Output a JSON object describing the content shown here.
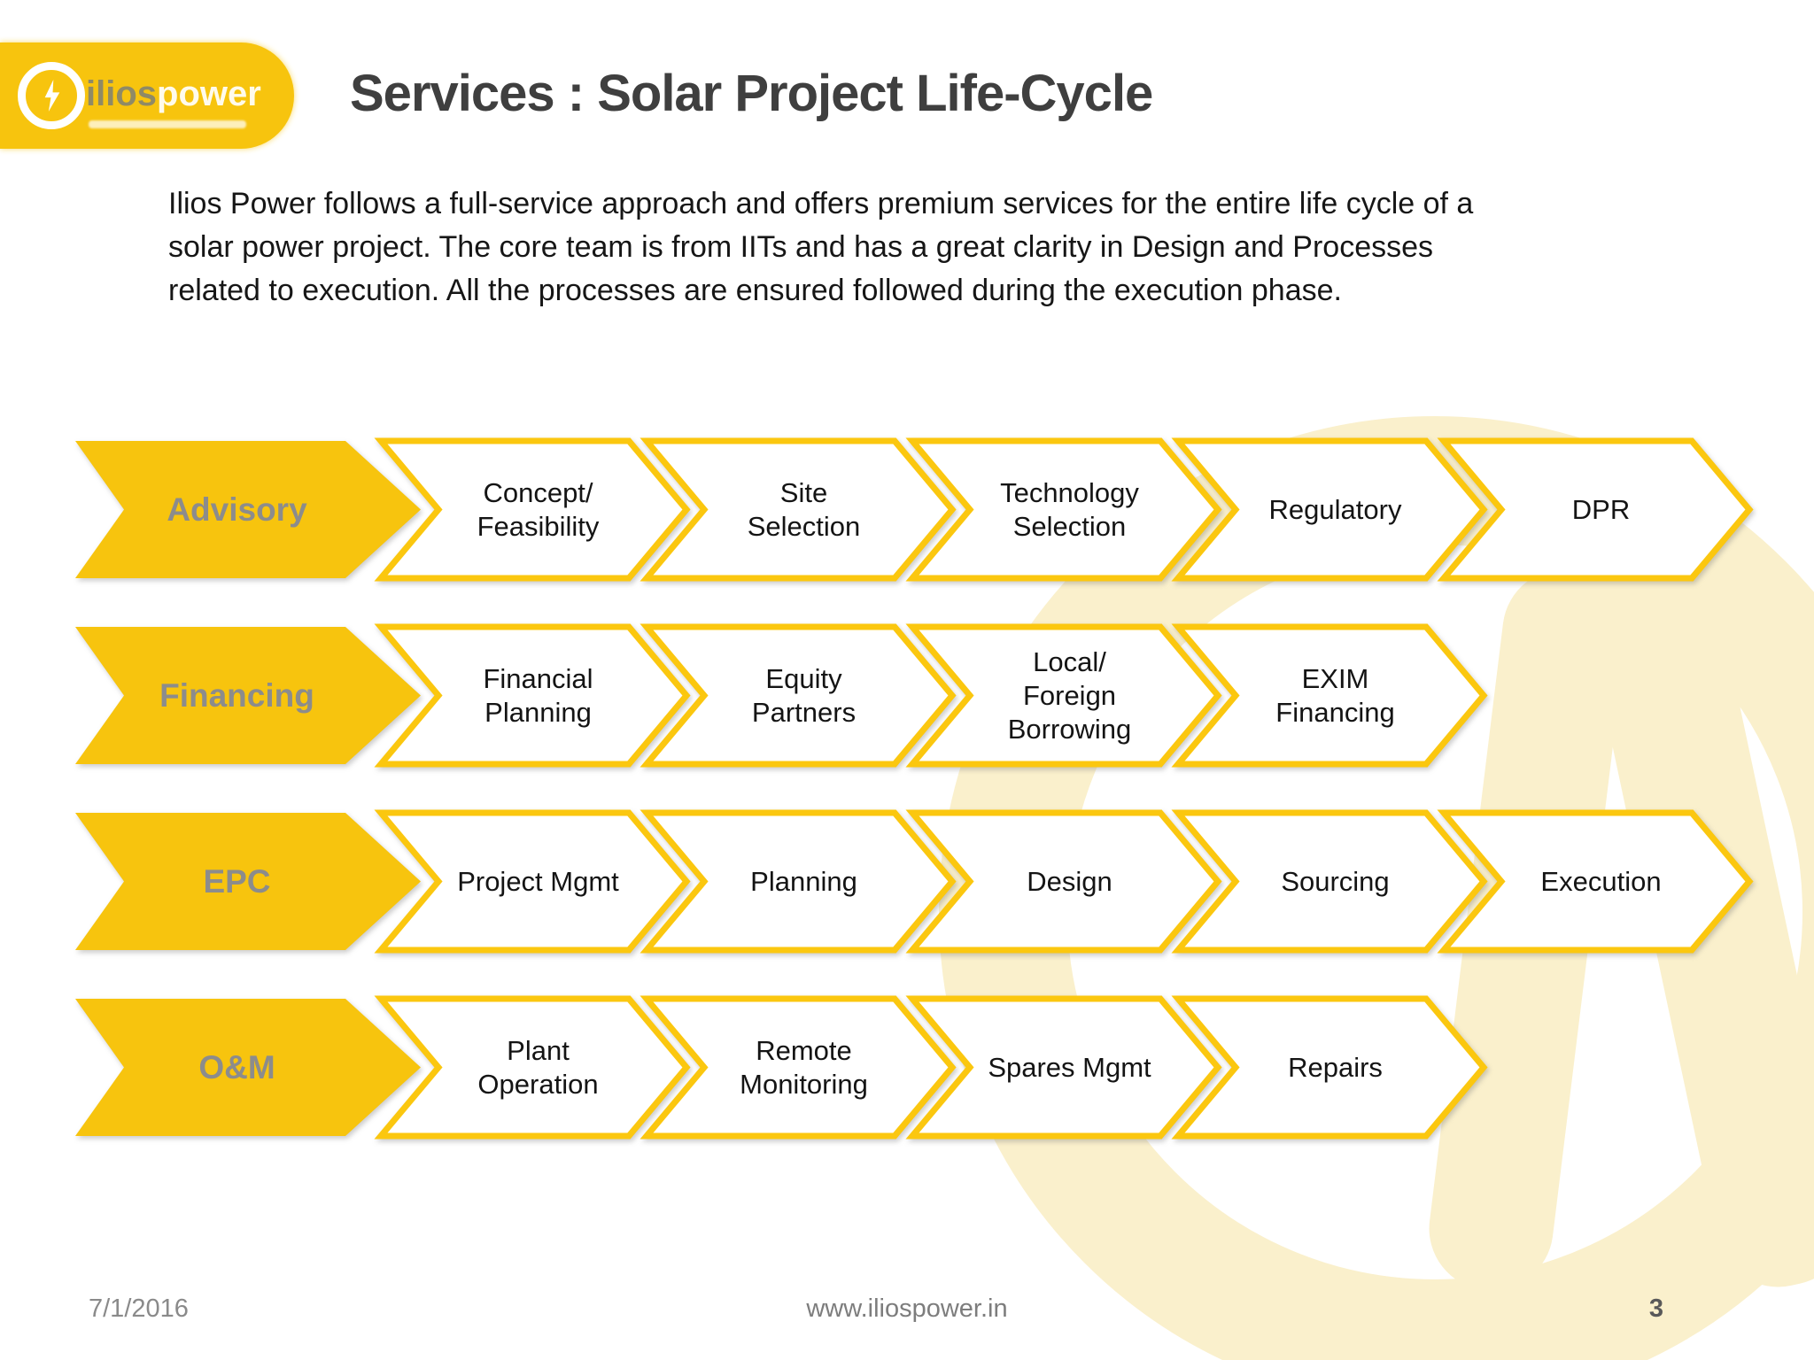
{
  "slide": {
    "title": "Services : Solar Project Life-Cycle",
    "logo": {
      "brand_bold": "ilios",
      "brand_light": "power"
    },
    "intro_lines": [
      "Ilios Power follows a full-service approach and offers premium services for the entire life cycle of a",
      "solar power project. The core team is from IITs and has a great clarity in Design and Processes",
      "related to execution. All the processes are ensured followed during the execution phase."
    ],
    "process": {
      "rows": [
        {
          "id": "advisory",
          "label": "Advisory",
          "steps": [
            {
              "lines": [
                "Concept/",
                "Feasibility"
              ]
            },
            {
              "lines": [
                "Site",
                "Selection"
              ]
            },
            {
              "lines": [
                "Technology",
                "Selection"
              ]
            },
            {
              "lines": [
                "Regulatory"
              ]
            },
            {
              "lines": [
                "DPR"
              ]
            }
          ]
        },
        {
          "id": "financing",
          "label": "Financing",
          "steps": [
            {
              "lines": [
                "Financial",
                "Planning"
              ]
            },
            {
              "lines": [
                "Equity",
                "Partners"
              ]
            },
            {
              "lines": [
                "Local/",
                "Foreign",
                "Borrowing"
              ]
            },
            {
              "lines": [
                "EXIM",
                "Financing"
              ]
            }
          ]
        },
        {
          "id": "epc",
          "label": "EPC",
          "steps": [
            {
              "lines": [
                "Project Mgmt"
              ]
            },
            {
              "lines": [
                "Planning"
              ]
            },
            {
              "lines": [
                "Design"
              ]
            },
            {
              "lines": [
                "Sourcing"
              ]
            },
            {
              "lines": [
                "Execution"
              ]
            }
          ]
        },
        {
          "id": "om",
          "label": "O&M",
          "steps": [
            {
              "lines": [
                "Plant",
                "Operation"
              ]
            },
            {
              "lines": [
                "Remote",
                "Monitoring"
              ]
            },
            {
              "lines": [
                "Spares Mgmt"
              ]
            },
            {
              "lines": [
                "Repairs"
              ]
            }
          ]
        }
      ]
    },
    "footer": {
      "date": "7/1/2016",
      "website": "www.iliospower.in",
      "page_number": "3"
    },
    "colors": {
      "accent_yellow": "#F7C40E",
      "chevron_border": "#FBC70F",
      "chevron_fill": "#FFFFFF",
      "watermark": "#FAF0CC",
      "title_text": "#3F3F3F",
      "row_label_text": "#8C8C8C",
      "body_text": "#161616",
      "footer_text": "#8A8A8A"
    }
  }
}
